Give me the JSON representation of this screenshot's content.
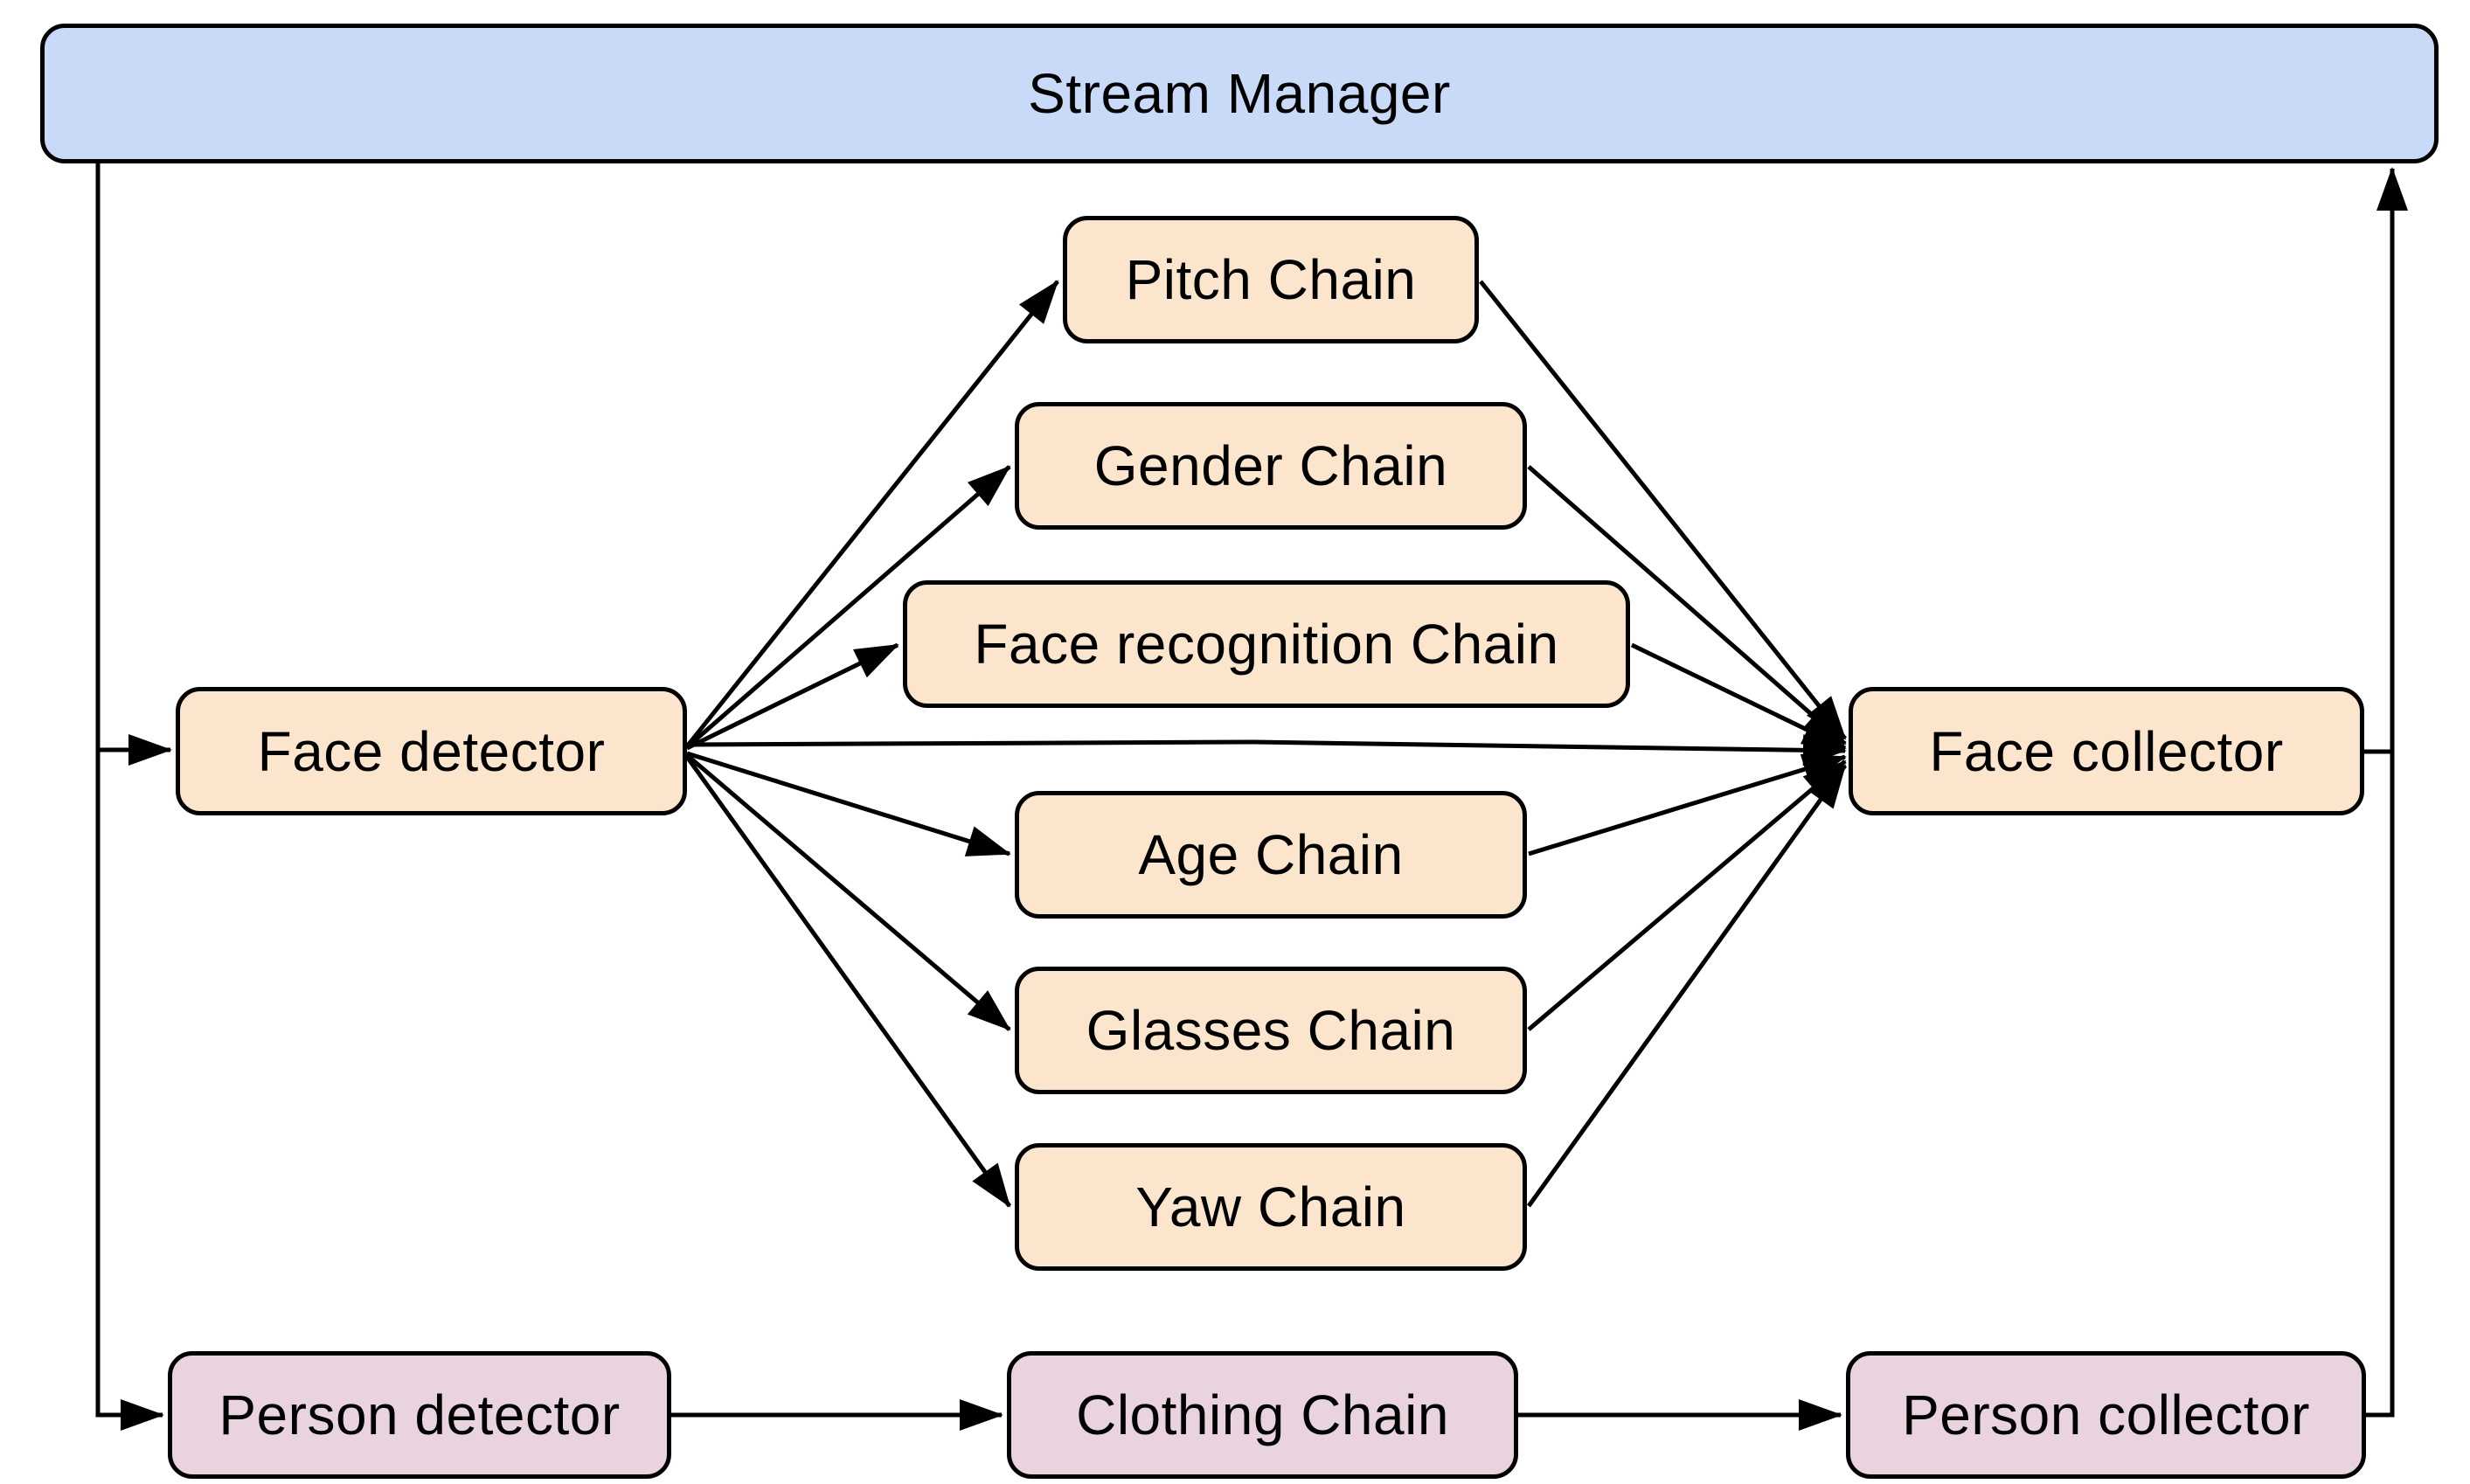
{
  "diagram": {
    "title": "Stream Manager pipeline diagram",
    "nodes": {
      "stream_manager": {
        "label": "Stream Manager",
        "group": "manager"
      },
      "face_detector": {
        "label": "Face detector",
        "group": "face"
      },
      "pitch_chain": {
        "label": "Pitch Chain",
        "group": "face"
      },
      "gender_chain": {
        "label": "Gender Chain",
        "group": "face"
      },
      "face_recognition_chain": {
        "label": "Face recognition Chain",
        "group": "face"
      },
      "age_chain": {
        "label": "Age Chain",
        "group": "face"
      },
      "glasses_chain": {
        "label": "Glasses Chain",
        "group": "face"
      },
      "yaw_chain": {
        "label": "Yaw Chain",
        "group": "face"
      },
      "face_collector": {
        "label": "Face collector",
        "group": "face"
      },
      "person_detector": {
        "label": "Person detector",
        "group": "person"
      },
      "clothing_chain": {
        "label": "Clothing Chain",
        "group": "person"
      },
      "person_collector": {
        "label": "Person collector",
        "group": "person"
      }
    },
    "edges": [
      {
        "from": "stream_manager",
        "to": "face_detector"
      },
      {
        "from": "stream_manager",
        "to": "person_detector"
      },
      {
        "from": "face_detector",
        "to": "pitch_chain"
      },
      {
        "from": "face_detector",
        "to": "gender_chain"
      },
      {
        "from": "face_detector",
        "to": "face_recognition_chain"
      },
      {
        "from": "face_detector",
        "to": "face_collector"
      },
      {
        "from": "face_detector",
        "to": "age_chain"
      },
      {
        "from": "face_detector",
        "to": "glasses_chain"
      },
      {
        "from": "face_detector",
        "to": "yaw_chain"
      },
      {
        "from": "pitch_chain",
        "to": "face_collector"
      },
      {
        "from": "gender_chain",
        "to": "face_collector"
      },
      {
        "from": "face_recognition_chain",
        "to": "face_collector"
      },
      {
        "from": "age_chain",
        "to": "face_collector"
      },
      {
        "from": "glasses_chain",
        "to": "face_collector"
      },
      {
        "from": "yaw_chain",
        "to": "face_collector"
      },
      {
        "from": "person_detector",
        "to": "clothing_chain"
      },
      {
        "from": "clothing_chain",
        "to": "person_collector"
      },
      {
        "from": "face_collector",
        "to": "stream_manager"
      },
      {
        "from": "person_collector",
        "to": "stream_manager"
      }
    ]
  },
  "colors": {
    "manager_fill": "#c9daf8",
    "face_fill": "#fce5cd",
    "person_fill": "#e8d3de",
    "border_color": "#000000",
    "line_color": "#000000",
    "bg": "#ffffff"
  }
}
